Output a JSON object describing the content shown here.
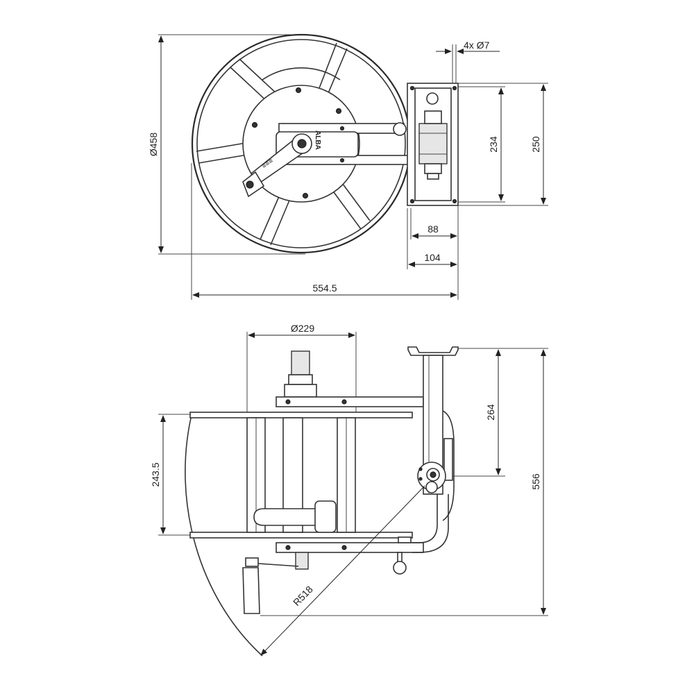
{
  "dimensions": {
    "top_diameter": "Ø458",
    "hole_spec": "4x Ø7",
    "bracket_inner_height": "234",
    "bracket_outer_height": "250",
    "bracket_inner_width": "88",
    "bracket_outer_width": "104",
    "overall_width": "554.5",
    "drum_diameter": "Ø229",
    "drum_width": "243.5",
    "pivot_height": "264",
    "overall_height": "556",
    "swing_radius": "R518"
  },
  "brand_label": "ALBA"
}
